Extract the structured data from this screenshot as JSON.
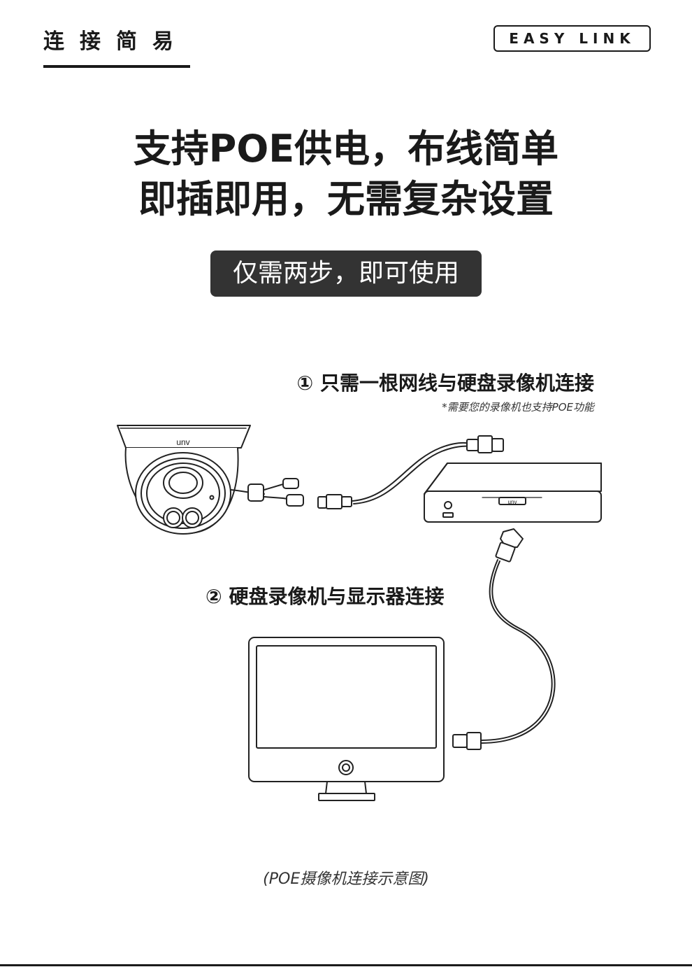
{
  "header": {
    "section_title": "连接简易",
    "badge": "EASY LINK"
  },
  "headline": {
    "line1": "支持POE供电，布线简单",
    "line2": "即插即用，无需复杂设置"
  },
  "pill_text": "仅需两步，即可使用",
  "steps": [
    {
      "label": "① 只需一根网线与硬盘录像机连接",
      "note": "*需要您的录像机也支持POE功能"
    },
    {
      "label": "② 硬盘录像机与显示器连接"
    }
  ],
  "device_labels": {
    "camera_logo": "unv",
    "nvr_logo": "unv"
  },
  "caption": "(POE摄像机连接示意图)"
}
